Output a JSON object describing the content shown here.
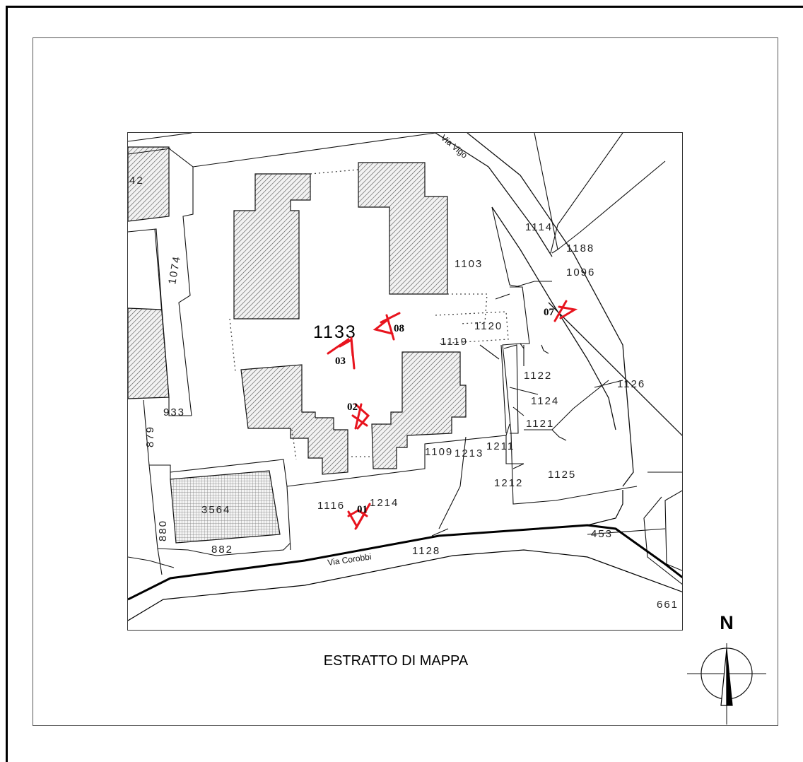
{
  "map": {
    "title": "ESTRATTO DI MAPPA",
    "north_label": "N",
    "main_parcel": "1133",
    "street_labels": {
      "via_corobbi": "Via Corobbi",
      "via_vigo": "Via Vigo"
    },
    "parcel_numbers": {
      "p42": "42",
      "p1074": "1074",
      "p933": "933",
      "p879": "879",
      "p880": "880",
      "p3564": "3564",
      "p882": "882",
      "p1116": "1116",
      "p1214": "1214",
      "p1128": "1128",
      "p1114": "1114",
      "p1188": "1188",
      "p1096": "1096",
      "p1103": "1103",
      "p1120": "1120",
      "p1119": "1119",
      "p1122": "1122",
      "p1124": "1124",
      "p1121": "1121",
      "p1126": "1126",
      "p1109": "1109",
      "p1213": "1213",
      "p1211": "1211",
      "p1212": "1212",
      "p1125": "1125",
      "p453": "453",
      "p661": "661"
    },
    "viewpoints": {
      "v01": "01",
      "v02": "02",
      "v03": "03",
      "v07": "07",
      "v08": "08"
    },
    "colors": {
      "viewpoint": "#e8141e",
      "lines": "#111111",
      "frame": "#000000"
    }
  }
}
